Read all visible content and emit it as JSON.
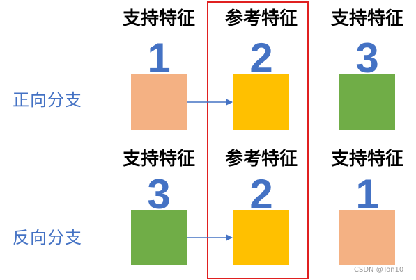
{
  "rows": [
    {
      "label": "正向分支",
      "columns": [
        {
          "title": "支持特征",
          "number": "1",
          "color": "#f4b183"
        },
        {
          "title": "参考特征",
          "number": "2",
          "color": "#ffc000"
        },
        {
          "title": "支持特征",
          "number": "3",
          "color": "#70ad47"
        }
      ]
    },
    {
      "label": "反向分支",
      "columns": [
        {
          "title": "支持特征",
          "number": "3",
          "color": "#70ad47"
        },
        {
          "title": "参考特征",
          "number": "2",
          "color": "#ffc000"
        },
        {
          "title": "支持特征",
          "number": "1",
          "color": "#f4b183"
        }
      ]
    }
  ],
  "colors": {
    "label": "#4472c4",
    "number": "#4472c4",
    "arrow": "#4472c4",
    "highlight": "#e02020"
  },
  "watermark": "CSDN @Ton10"
}
